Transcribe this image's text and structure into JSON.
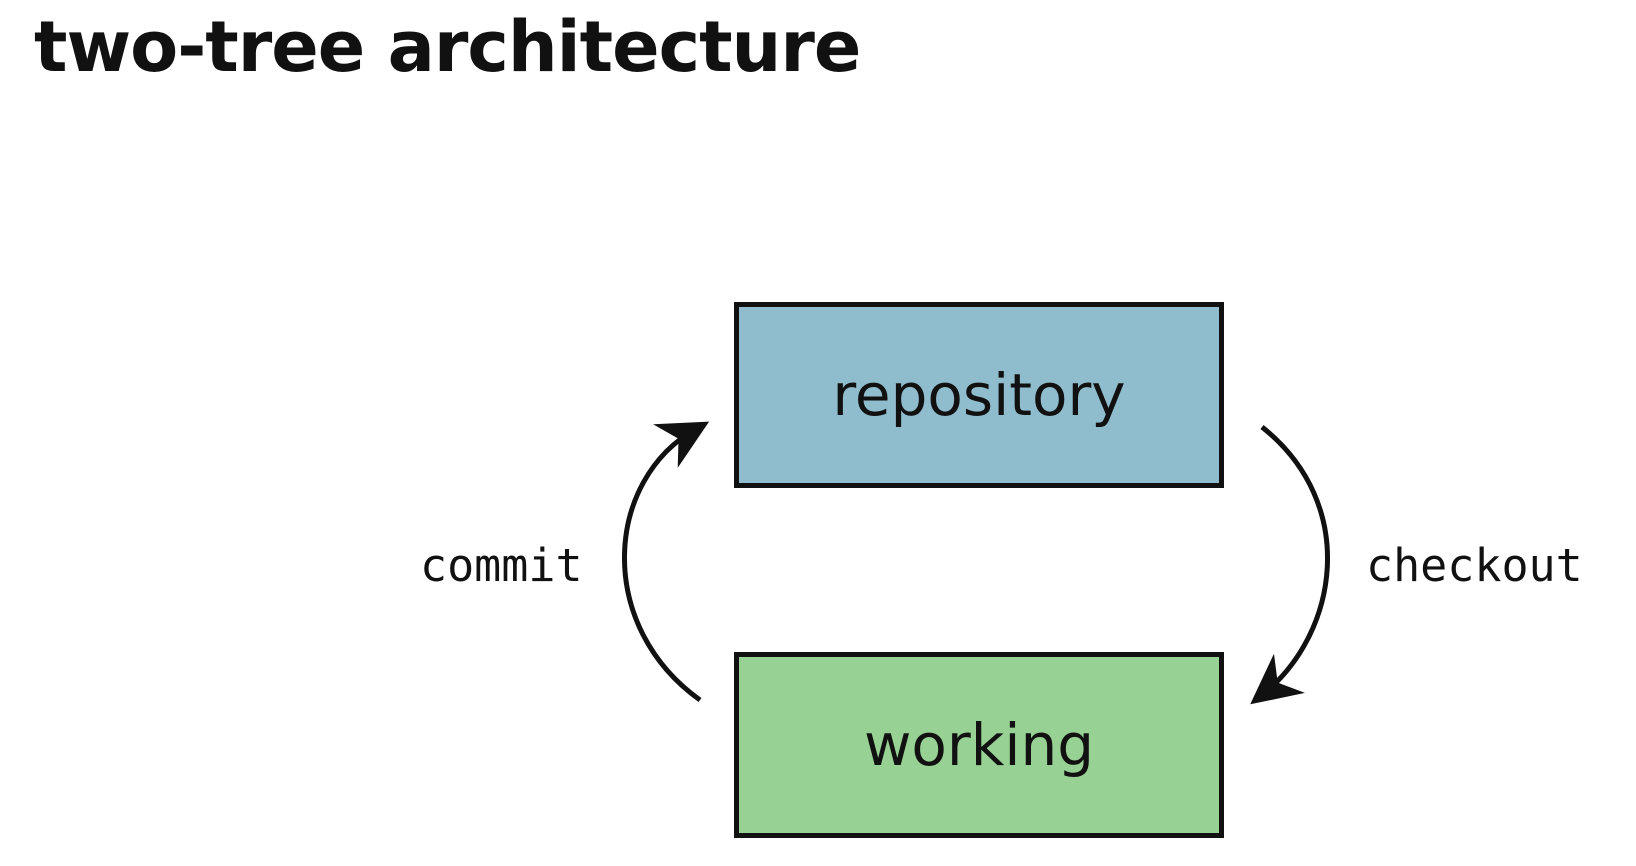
{
  "title": "two-tree architecture",
  "nodes": {
    "repository": {
      "label": "repository",
      "color": "#90bdcd"
    },
    "working": {
      "label": "working",
      "color": "#97d194"
    }
  },
  "edges": {
    "commit": {
      "label": "commit",
      "from": "working",
      "to": "repository"
    },
    "checkout": {
      "label": "checkout",
      "from": "repository",
      "to": "working"
    }
  }
}
